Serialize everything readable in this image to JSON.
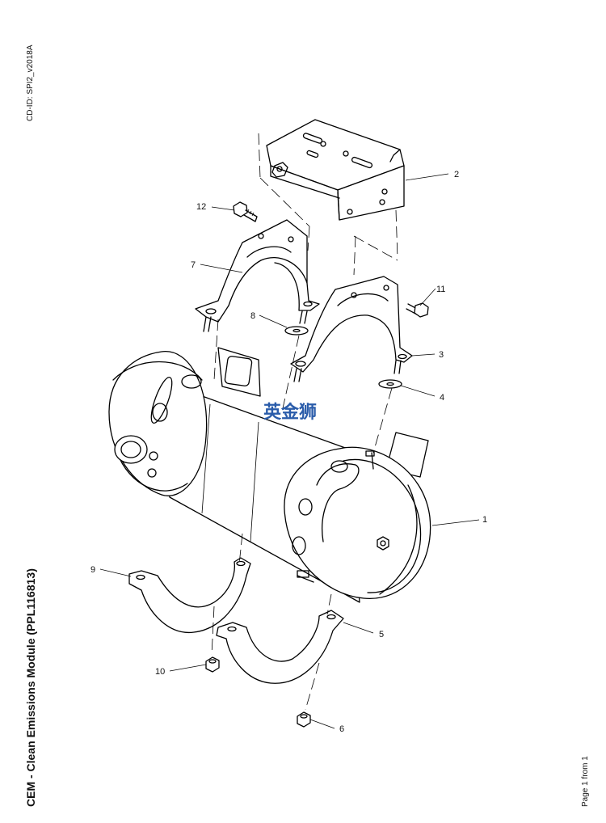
{
  "header": {
    "cd_id": "CD-ID: SPI2_v2018A"
  },
  "footer": {
    "title": "CEM - Clean Emissions Module (PPL116813)",
    "page": "Page 1 from 1"
  },
  "watermark": {
    "text": "英金狮",
    "color": "#2a5caa"
  },
  "callouts": {
    "c1": "1",
    "c2": "2",
    "c3": "3",
    "c4": "4",
    "c5": "5",
    "c6": "6",
    "c7": "7",
    "c8": "8",
    "c9": "9",
    "c10": "10",
    "c11": "11",
    "c12": "12"
  }
}
